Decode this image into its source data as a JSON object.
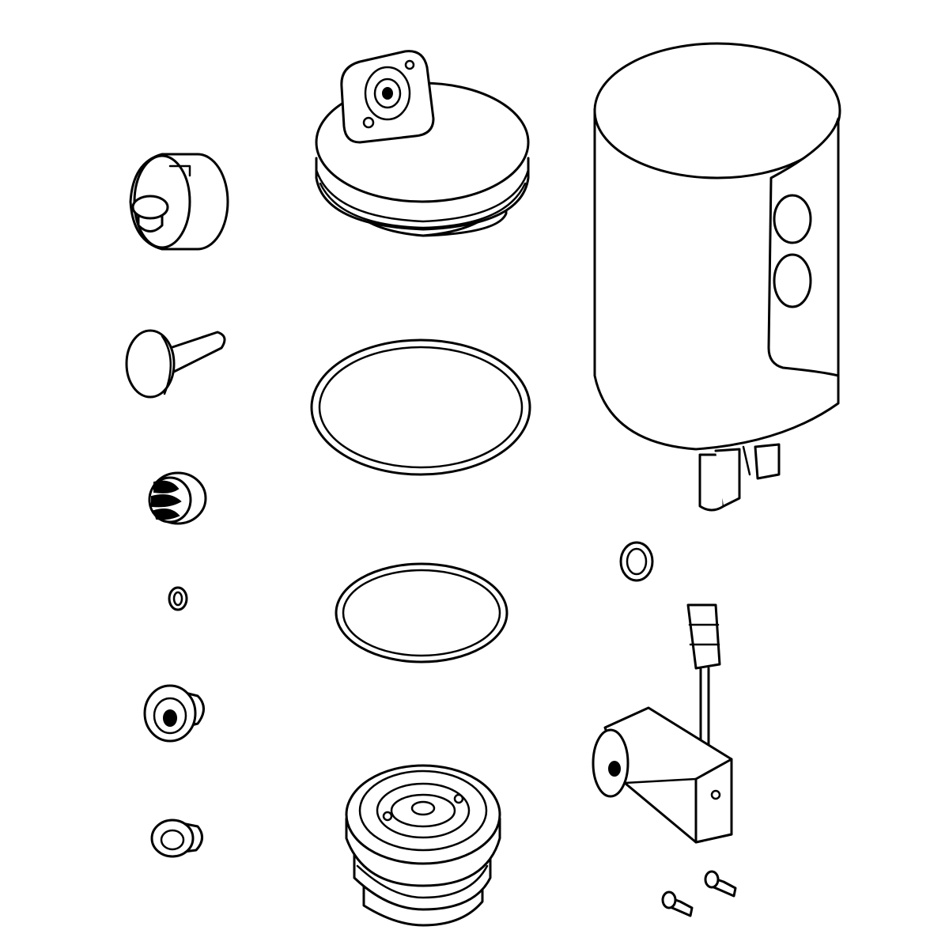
{
  "colors": {
    "stroke": "#000000",
    "background": "#ffffff"
  },
  "parts": [
    {
      "name": "cartridge-plug"
    },
    {
      "name": "piston-pin"
    },
    {
      "name": "spring"
    },
    {
      "name": "small-o-ring"
    },
    {
      "name": "valve-seat-large"
    },
    {
      "name": "valve-seat-small"
    },
    {
      "name": "cap-with-flange"
    },
    {
      "name": "large-o-ring"
    },
    {
      "name": "medium-o-ring"
    },
    {
      "name": "strainer-housing"
    },
    {
      "name": "sensor-housing"
    },
    {
      "name": "connector-o-ring"
    },
    {
      "name": "solenoid-valve"
    },
    {
      "name": "screws"
    }
  ]
}
